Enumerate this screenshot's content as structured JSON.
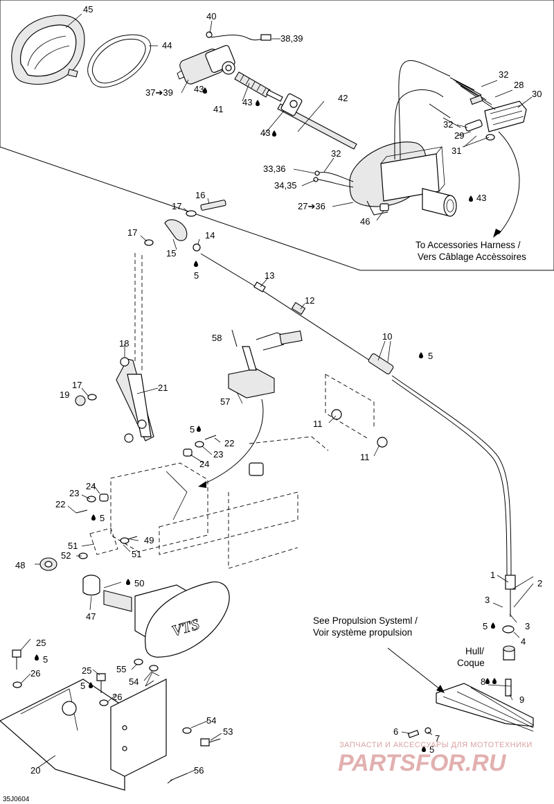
{
  "diagram_code": "35J0604",
  "notes": {
    "accessories_harness": [
      "To Accessories Harness /",
      "Vers Câblage Accèssoires"
    ],
    "propulsion": [
      "See Propulsion Systeml /",
      "Voir système propulsion"
    ],
    "hull": [
      "Hull/",
      "Coque"
    ]
  },
  "logo_text": "VTS",
  "watermark": {
    "line1": "ЗАПЧАСТИ И АКСЕССУАРЫ ДЛЯ МОТОТЕХНИКИ",
    "line2": "PARTSFOR.RU"
  },
  "callouts": {
    "c45": "45",
    "c44": "44",
    "c40": "40",
    "c38_39": "38,39",
    "c37_39": "37➔39",
    "c43a": "43",
    "c41": "41",
    "c43b": "43",
    "c43c": "43",
    "c42": "42",
    "c32a": "32",
    "c28": "28",
    "c30": "30",
    "c32b": "32",
    "c29": "29",
    "c31": "31",
    "c32c": "32",
    "c33_36": "33,36",
    "c34_35": "34,35",
    "c27_36": "27➔36",
    "c43d": "43",
    "c46": "46",
    "c16": "16",
    "c17a": "17",
    "c17b": "17",
    "c14": "14",
    "c15": "15",
    "c5a": "5",
    "c13": "13",
    "c12": "12",
    "c10": "10",
    "c5b": "5",
    "c58": "58",
    "c18": "18",
    "c17c": "17",
    "c19": "19",
    "c21": "21",
    "c57": "57",
    "c11a": "11",
    "c11b": "11",
    "c5c": "5",
    "c22a": "22",
    "c23a": "23",
    "c24a": "24",
    "c24b": "24",
    "c23b": "23",
    "c22b": "22",
    "c5d": "5",
    "c51a": "51",
    "c49": "49",
    "c52": "52",
    "c51b": "51",
    "c48": "48",
    "c50": "50",
    "c47": "47",
    "c1": "1",
    "c2": "2",
    "c3a": "3",
    "c3b": "3",
    "c5e": "5",
    "c4": "4",
    "c8": "8",
    "c9": "9",
    "c25a": "25",
    "c5f": "5",
    "c26a": "26",
    "c25b": "25",
    "c5g": "5",
    "c55": "55",
    "c54a": "54",
    "c26b": "26",
    "c54b": "54",
    "c53": "53",
    "c6": "6",
    "c7": "7",
    "c5h": "5",
    "c20": "20",
    "c56": "56"
  }
}
